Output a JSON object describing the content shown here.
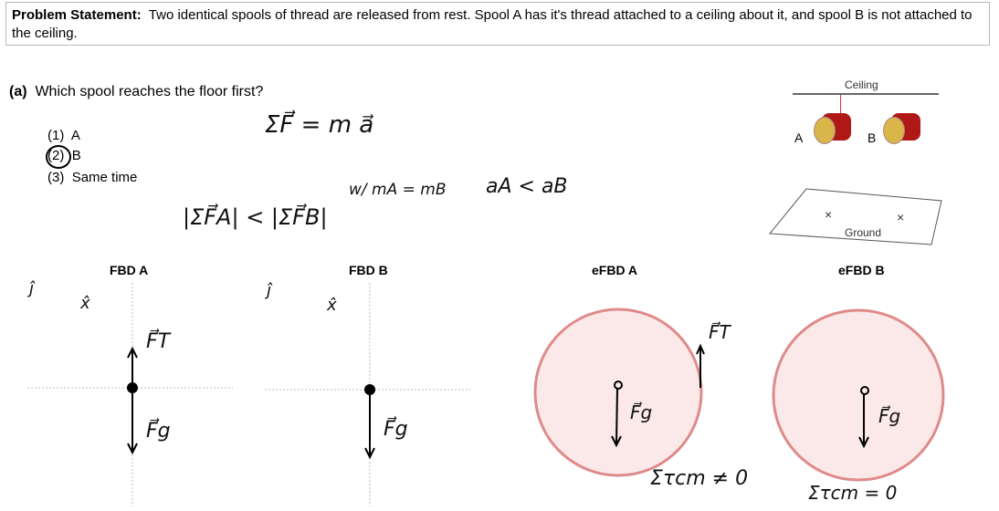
{
  "problem": {
    "label": "Problem Statement:",
    "text": "Two identical spools of thread are released from rest.  Spool A has it's thread attached to a ceiling about it, and spool B is not attached to the ceiling."
  },
  "question": {
    "label": "(a)",
    "text": "Which spool reaches the floor first?",
    "options": [
      {
        "num": "(1)",
        "text": "A"
      },
      {
        "num": "(2)",
        "text": "B",
        "selected": true
      },
      {
        "num": "(3)",
        "text": "Same time"
      }
    ]
  },
  "handwriting": {
    "newton": "ΣF⃗ = m a⃗",
    "mass": "w/ mA = mB",
    "accel": "aA < aB",
    "force_compare": "|ΣF⃗A| < |ΣF⃗B|",
    "tension": "F⃗T",
    "gravity": "F⃗g",
    "torque_a": "Στcm ≠ 0",
    "torque_b": "Στcm = 0",
    "axes": {
      "y": "ĵ",
      "x": "x̂"
    }
  },
  "figure": {
    "ceiling": "Ceiling",
    "ground": "Ground",
    "spool_a": "A",
    "spool_b": "B",
    "spool_color": "#b01818"
  },
  "diagrams": {
    "fbd_a": "FBD A",
    "fbd_b": "FBD B",
    "efbd_a": "eFBD A",
    "efbd_b": "eFBD B"
  }
}
